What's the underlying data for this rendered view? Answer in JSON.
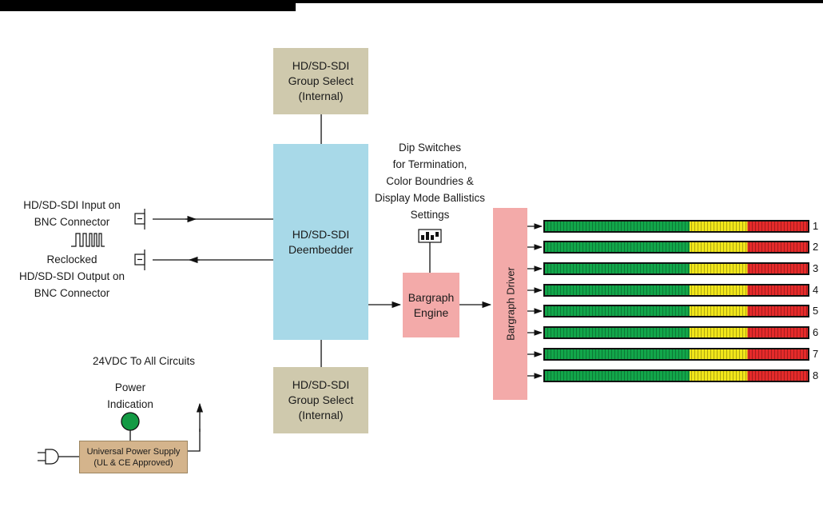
{
  "group_select_top": {
    "lines": [
      "HD/SD-SDI",
      "Group Select",
      "(Internal)"
    ]
  },
  "group_select_bottom": {
    "lines": [
      "HD/SD-SDI",
      "Group Select",
      "(Internal)"
    ]
  },
  "deembedder": {
    "lines": [
      "HD/SD-SDI",
      "Deembedder"
    ]
  },
  "dip_switches": {
    "lines": [
      "Dip Switches",
      "for Termination,",
      "Color Boundries &",
      "Display Mode Ballistics",
      "Settings"
    ]
  },
  "bargraph_engine": {
    "lines": [
      "Bargraph",
      "Engine"
    ]
  },
  "bargraph_driver": {
    "label": "Bargraph Driver"
  },
  "input": {
    "lines": [
      "HD/SD-SDI Input on",
      "BNC Connector"
    ]
  },
  "output": {
    "lines": [
      "Reclocked",
      "HD/SD-SDI Output on",
      "BNC Connector"
    ]
  },
  "power": {
    "circuits_label": "24VDC To All Circuits",
    "indication_lines": [
      "Power",
      "Indication"
    ],
    "psu_lines": [
      "Universal Power Supply",
      "(UL & CE Approved)"
    ],
    "indicator_color": "#139a44"
  },
  "bargraphs": [
    {
      "number": "1"
    },
    {
      "number": "2"
    },
    {
      "number": "3"
    },
    {
      "number": "4"
    },
    {
      "number": "5"
    },
    {
      "number": "6"
    },
    {
      "number": "7"
    },
    {
      "number": "8"
    }
  ],
  "colors": {
    "group_select": "#cfc9ad",
    "deembedder": "#a8d9e8",
    "engine": "#f3aaa9",
    "bar_green": "#12a64a",
    "bar_yellow": "#f1e61a",
    "bar_red": "#e52a2a"
  }
}
